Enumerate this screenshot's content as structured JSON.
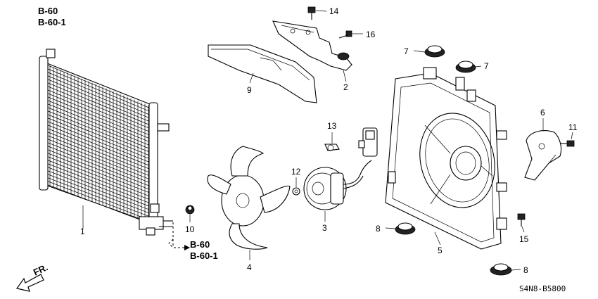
{
  "refs": {
    "top": [
      "B-60",
      "B-60-1"
    ],
    "bottom": [
      "B-60",
      "B-60-1"
    ]
  },
  "callouts": [
    "1",
    "2",
    "3",
    "4",
    "5",
    "6",
    "7",
    "7",
    "8",
    "8",
    "9",
    "10",
    "11",
    "12",
    "13",
    "14",
    "15",
    "16"
  ],
  "direction_label": "FR.",
  "diagram_code": "S4N8-B5800"
}
